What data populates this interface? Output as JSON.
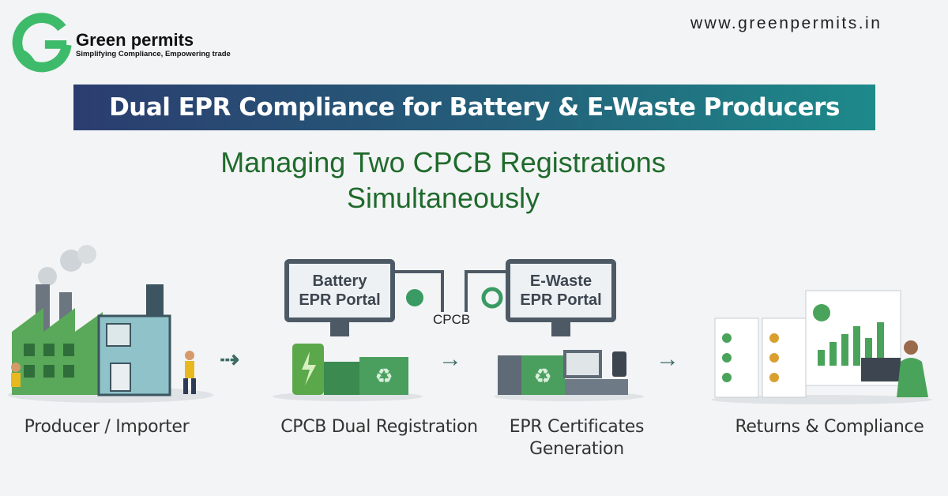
{
  "brand": {
    "name": "Green permits",
    "tagline": "Simplifying Compliance, Empowering trade",
    "url": "www.greenpermits.in"
  },
  "title": "Dual EPR Compliance for Battery & E-Waste Producers",
  "subtitle": {
    "line1": "Managing Two CPCB Registrations",
    "line2": "Simultaneously"
  },
  "portals": {
    "battery": {
      "line1": "Battery",
      "line2": "EPR Portal"
    },
    "ewaste": {
      "line1": "E-Waste",
      "line2": "EPR Portal"
    },
    "hub": "CPCB"
  },
  "steps": [
    {
      "label": "Producer / Importer"
    },
    {
      "label": "CPCB Dual Registration"
    },
    {
      "label": "EPR Certificates",
      "label2": "Generation"
    },
    {
      "label": "Returns & Compliance"
    }
  ],
  "colors": {
    "green": "#3dbb6b",
    "title_text": "#1f6a2c",
    "banner_start": "#2b3d6f",
    "banner_end": "#1d8a8a"
  }
}
